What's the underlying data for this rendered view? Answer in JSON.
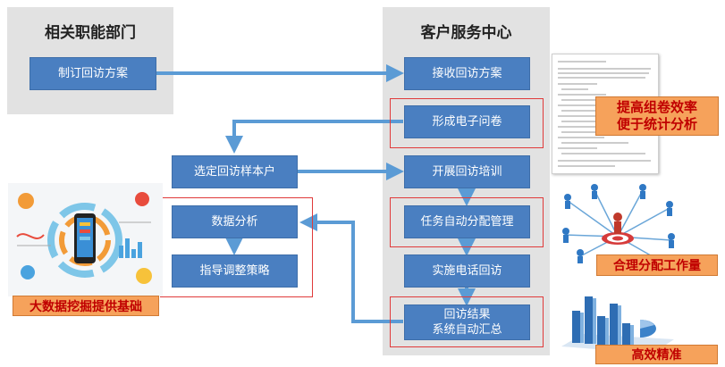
{
  "left_panel": {
    "title": "相关职能部门"
  },
  "right_panel": {
    "title": "客户服务中心"
  },
  "boxes": {
    "make_plan": "制订回访方案",
    "receive_plan": "接收回访方案",
    "create_survey": "形成电子问卷",
    "select_sample": "选定回访样本户",
    "training": "开展回访培训",
    "task_assign": "任务自动分配管理",
    "phone_visit": "实施电话回访",
    "results_line1": "回访结果",
    "results_line2": "系统自动汇总",
    "data_analysis": "数据分析",
    "adjust_strategy": "指导调整策略"
  },
  "tags": {
    "efficiency_line1": "提高组卷效率",
    "efficiency_line2": "便于统计分析",
    "workload": "合理分配工作量",
    "big_data": "大数据挖掘提供基础",
    "accurate": "高效精准"
  },
  "colors": {
    "box_fill": "#4a7fc1",
    "arrow": "#5b9bd5",
    "panel": "#e2e2e2",
    "red_frame": "#e03a3a",
    "tag_fill": "#f6a25b",
    "tag_text": "#c00000"
  }
}
